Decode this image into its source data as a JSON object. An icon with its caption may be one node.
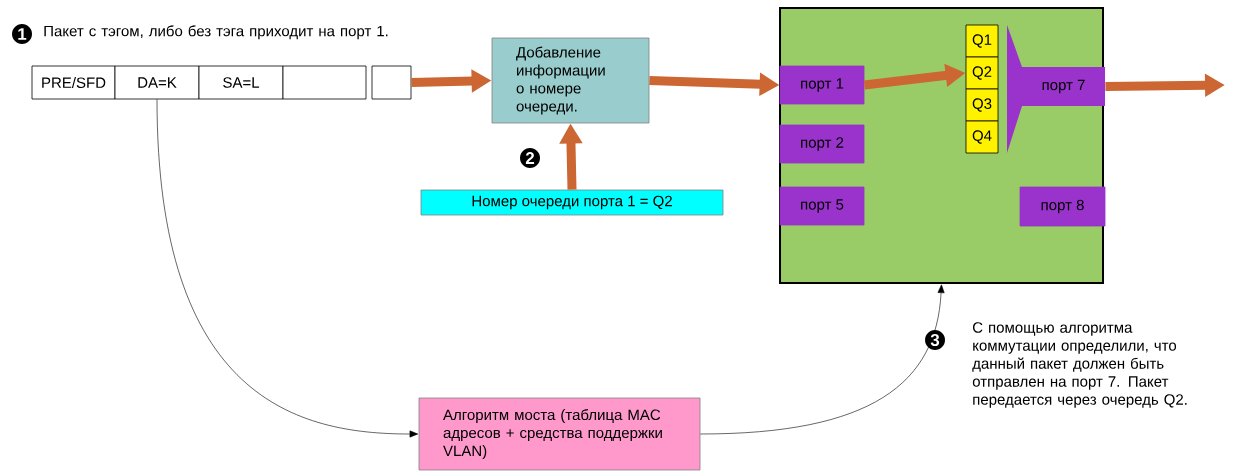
{
  "diagram": {
    "nodes": [
      {
        "text": [
          "PRE/SFD"
        ]
      },
      {
        "text": [
          "DA=K"
        ]
      },
      {
        "text": [
          "SA=L"
        ]
      },
      {
        "text": [],
        "shape": "box"
      },
      {
        "text": [],
        "shape": "box"
      },
      {
        "text": [
          "Добавление информации о номере очереди."
        ]
      },
      {
        "text": [
          "Номер очереди порта 1 = Q2"
        ]
      },
      {
        "text": [],
        "shape": "box"
      },
      {
        "text": [
          "порт 1"
        ],
        "in": 7
      },
      {
        "text": [
          "порт 2"
        ],
        "in": 7
      },
      {
        "text": [
          "порт 5"
        ],
        "in": 7
      },
      {
        "text": [
          "Q1"
        ],
        "in": 7
      },
      {
        "text": [
          "Q2"
        ],
        "in": 7
      },
      {
        "text": [
          "Q3"
        ],
        "in": 7
      },
      {
        "text": [
          "Q4"
        ],
        "in": 7
      },
      {
        "text": [
          "порт 7"
        ],
        "in": 7
      },
      {
        "text": [
          "порт 8"
        ],
        "in": 7
      },
      {
        "text": [
          "Алгоритм моста (таблица MAC адресов + средства поддержки VLAN)"
        ]
      }
    ],
    "edges": [
      {
        "from": 4,
        "to": 5,
        "arrow": "to"
      },
      {
        "from": 5,
        "to": 8,
        "arrow": "to"
      },
      {
        "from": 6,
        "to": 5,
        "arrow": "to"
      },
      {
        "from": 8,
        "to": 12,
        "arrow": "to"
      },
      {
        "from": 15,
        "to": null,
        "arrow": "to"
      },
      {
        "from": 1,
        "to": 17,
        "arrow": "to",
        "color": "#000000"
      },
      {
        "from": 17,
        "to": 7,
        "arrow": "to",
        "color": "#000000"
      }
    ],
    "labels": [
      "1",
      "Пакет с тэгом, либо без тэга приходит на порт 1.",
      "2",
      "3",
      "С помощью алгоритма коммутации определили, что данный пакет должен быть отправлен на порт 7. Пакет передается через очередь Q2."
    ]
  }
}
